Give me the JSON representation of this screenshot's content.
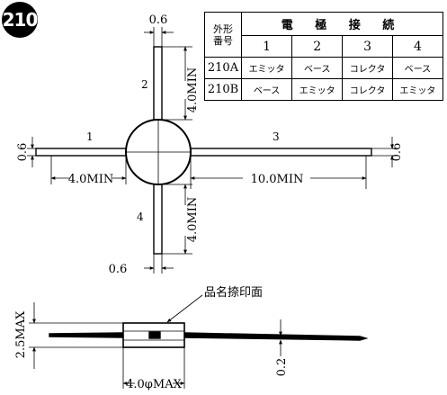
{
  "badge": "210",
  "table": {
    "header_left": "外形\n番号",
    "header_main": "電 極 接 続",
    "pin_numbers": [
      "1",
      "2",
      "3",
      "4"
    ],
    "rows": [
      {
        "type": "210A",
        "pins": [
          "エミッタ",
          "ベース",
          "コレクタ",
          "ベース"
        ]
      },
      {
        "type": "210B",
        "pins": [
          "ベース",
          "エミッタ",
          "コレクタ",
          "エミッタ"
        ]
      }
    ]
  },
  "dims": {
    "top_width": "0.6",
    "top_length": "4.0MIN",
    "left_width": "0.6",
    "left_length": "4.0MIN",
    "right_width": "0.6",
    "right_length": "10.0MIN",
    "bottom_length": "4.0MIN",
    "bottom_width": "0.6",
    "side_height": "2.5MAX",
    "side_thickness": "0.2",
    "body_diameter": "4.0φMAX"
  },
  "lead_labels": {
    "lead1": "1",
    "lead2": "2",
    "lead3": "3",
    "lead4": "4"
  },
  "marking_note": "品名捺印面"
}
